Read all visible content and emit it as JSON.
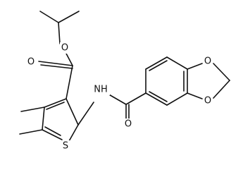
{
  "molecule": {
    "atom_labels": {
      "ester_single_O": "O",
      "ester_carbonyl_O": "O",
      "amide_N": "NH",
      "amide_carbonyl_O": "O",
      "thiophene_S": "S",
      "dioxole_O_upper": "O",
      "dioxole_O_lower": "O"
    },
    "colors": {
      "bond": "#111111",
      "label": "#111111",
      "background": "#ffffff"
    }
  }
}
